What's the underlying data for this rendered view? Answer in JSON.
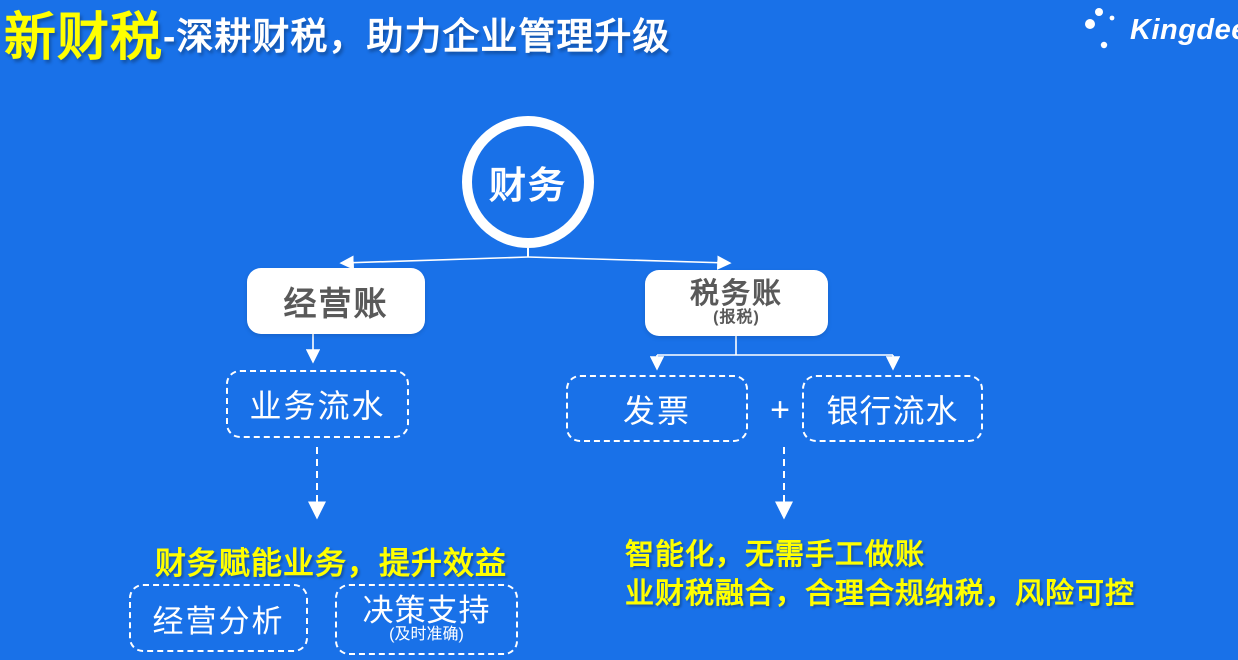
{
  "colors": {
    "background": "#1971e8",
    "accent_yellow": "#ffff00",
    "box_text_gray": "#595959",
    "line_white": "#ffffff"
  },
  "header": {
    "title_highlight": "新财税",
    "title_separator": "-",
    "title_rest": "深耕财税，助力企业管理升级",
    "logo_text": "Kingdee"
  },
  "diagram": {
    "root": {
      "label": "财务"
    },
    "branches": {
      "business_account": {
        "label": "经营账"
      },
      "tax_account": {
        "label": "税务账",
        "sublabel": "(报税)"
      }
    },
    "children": {
      "business_flow": {
        "label": "业务流水"
      },
      "invoice": {
        "label": "发票"
      },
      "plus": "+",
      "bank_flow": {
        "label": "银行流水"
      }
    }
  },
  "outcomes": {
    "left": {
      "headline": "财务赋能业务，提升效益",
      "boxes": [
        {
          "label": "经营分析"
        },
        {
          "label": "决策支持",
          "sublabel": "(及时准确)"
        }
      ]
    },
    "right": {
      "line1": "智能化，无需手工做账",
      "line2": "业财税融合，合理合规纳税，风险可控"
    }
  }
}
